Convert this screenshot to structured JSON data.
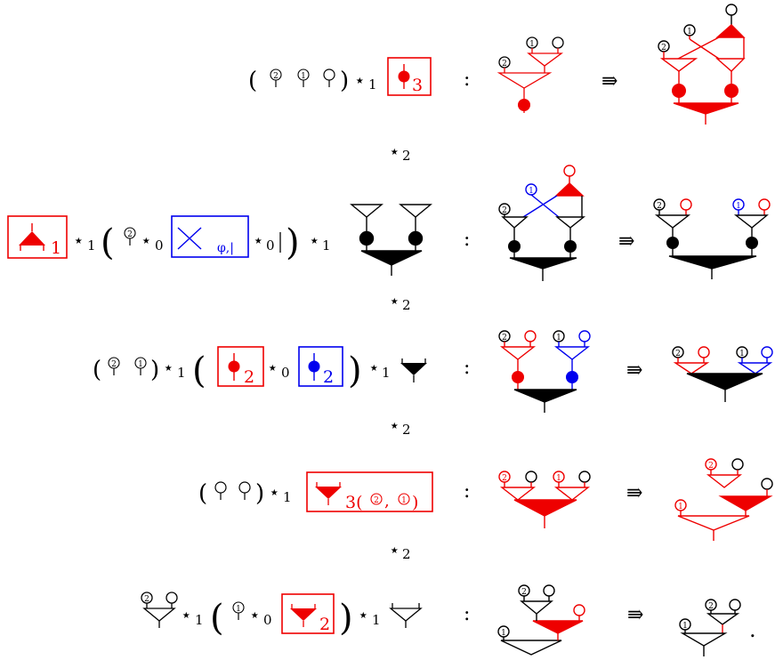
{
  "colors": {
    "black": "#000000",
    "red": "#ee0000",
    "blue": "#0000ee"
  },
  "symbols": {
    "star": "⋆",
    "lparen": "(",
    "rparen": ")",
    "colon": ":",
    "implies": "⇛",
    "period": "."
  },
  "rows": [
    {
      "id": "row1",
      "op": "1",
      "term_labels": [
        "3"
      ],
      "circled_labels": [
        "2",
        "1"
      ]
    },
    {
      "id": "row2",
      "op": "1",
      "term_labels": [
        "1",
        "φ,|"
      ],
      "inner_op": "0",
      "circled_labels": [
        "2",
        "1"
      ]
    },
    {
      "id": "row3",
      "op": "1",
      "term_labels": [
        "2",
        "2"
      ],
      "inner_op": "0",
      "circled_labels": [
        "2",
        "1"
      ]
    },
    {
      "id": "row4",
      "op": "1",
      "term_labels": [
        "3(",
        ")"
      ],
      "circled_labels": [
        "2",
        "1"
      ]
    },
    {
      "id": "row5",
      "op": "1",
      "term_labels": [
        "2"
      ],
      "inner_op": "0",
      "circled_labels": [
        "2",
        "1"
      ]
    }
  ],
  "between_op": "2"
}
